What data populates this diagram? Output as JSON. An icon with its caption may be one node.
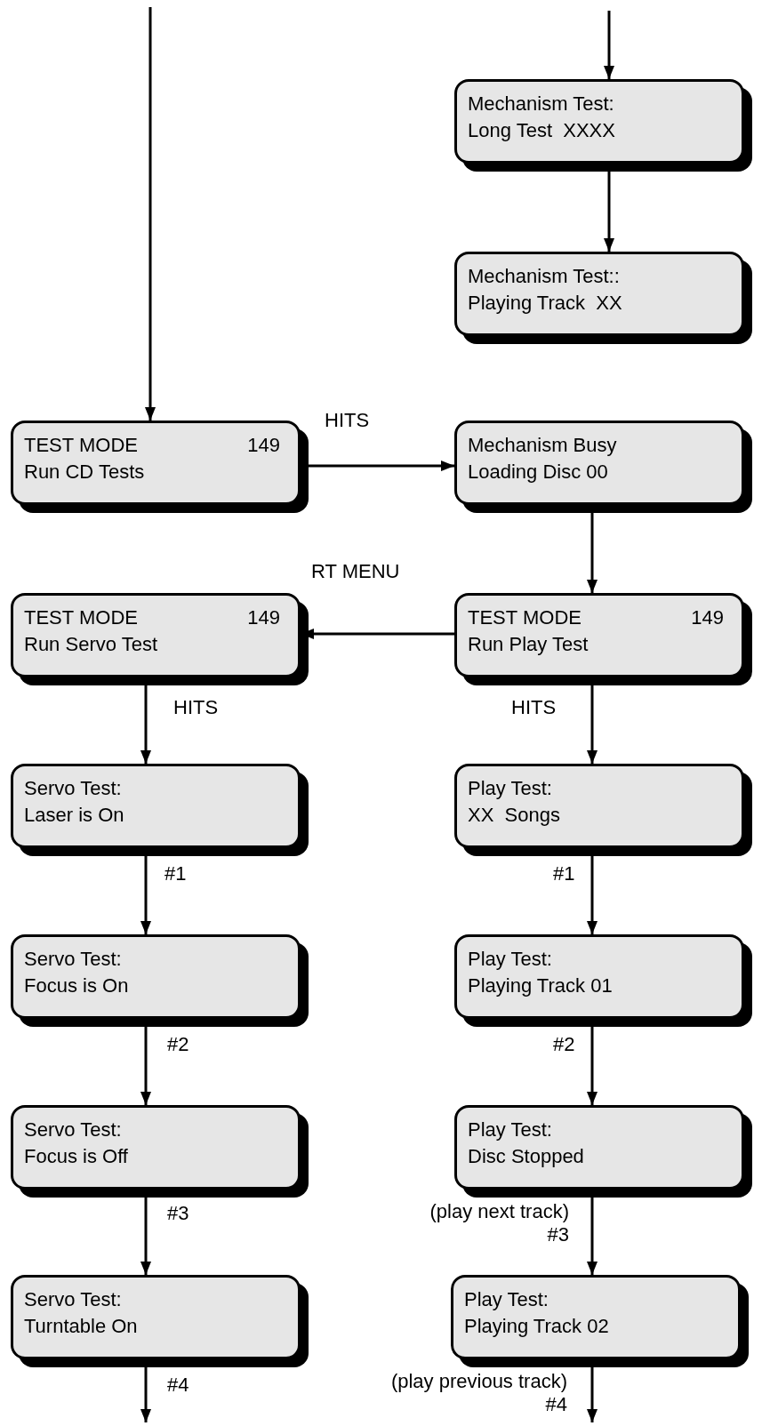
{
  "diagram": {
    "nodes": [
      {
        "text": [
          "Mechanism Test:",
          "Long Test  XXXX"
        ]
      },
      {
        "text": [
          "Mechanism Test::",
          "Playing Track  XX"
        ]
      },
      {
        "text": [
          "TEST MODE",
          "149",
          "Run CD Tests"
        ]
      },
      {
        "text": [
          "Mechanism Busy",
          "Loading Disc 00"
        ]
      },
      {
        "text": [
          "TEST MODE",
          "149",
          "Run Servo Test"
        ]
      },
      {
        "text": [
          "TEST MODE",
          "149",
          "Run Play Test"
        ]
      },
      {
        "text": [
          "Servo Test:",
          "Laser is On"
        ]
      },
      {
        "text": [
          "Play Test:",
          "XX  Songs"
        ]
      },
      {
        "text": [
          "Servo Test:",
          "Focus is On"
        ]
      },
      {
        "text": [
          "Play Test:",
          "Playing Track 01"
        ]
      },
      {
        "text": [
          "Servo Test:",
          "Focus is Off"
        ]
      },
      {
        "text": [
          "Play Test:",
          "Disc Stopped"
        ]
      },
      {
        "text": [
          "Servo Test:",
          "Turntable On"
        ]
      },
      {
        "text": [
          "Play Test:",
          "Playing Track 02"
        ]
      }
    ],
    "edges": [
      {
        "from": null,
        "to": 2,
        "arrow": "to"
      },
      {
        "from": null,
        "to": 0,
        "arrow": "to"
      },
      {
        "from": 0,
        "to": 1,
        "arrow": "to"
      },
      {
        "from": 2,
        "to": 3,
        "arrow": "to",
        "label": "HITS"
      },
      {
        "from": 3,
        "to": 5,
        "arrow": "to"
      },
      {
        "from": 5,
        "to": 4,
        "arrow": "to",
        "label": "RT MENU"
      },
      {
        "from": 4,
        "to": 6,
        "arrow": "to",
        "label": "HITS"
      },
      {
        "from": 5,
        "to": 7,
        "arrow": "to",
        "label": "HITS"
      },
      {
        "from": 6,
        "to": 8,
        "arrow": "to",
        "label": "#1"
      },
      {
        "from": 7,
        "to": 9,
        "arrow": "to",
        "label": "#1"
      },
      {
        "from": 8,
        "to": 10,
        "arrow": "to",
        "label": "#2"
      },
      {
        "from": 9,
        "to": 11,
        "arrow": "to",
        "label": "#2"
      },
      {
        "from": 10,
        "to": 12,
        "arrow": "to",
        "label": "#3"
      },
      {
        "from": 11,
        "to": 13,
        "arrow": "to",
        "label": "(play next track) #3"
      },
      {
        "from": 12,
        "to": null,
        "arrow": "to",
        "label": "#4"
      },
      {
        "from": 13,
        "to": null,
        "arrow": "to",
        "label": "(play previous track) #4"
      }
    ]
  }
}
